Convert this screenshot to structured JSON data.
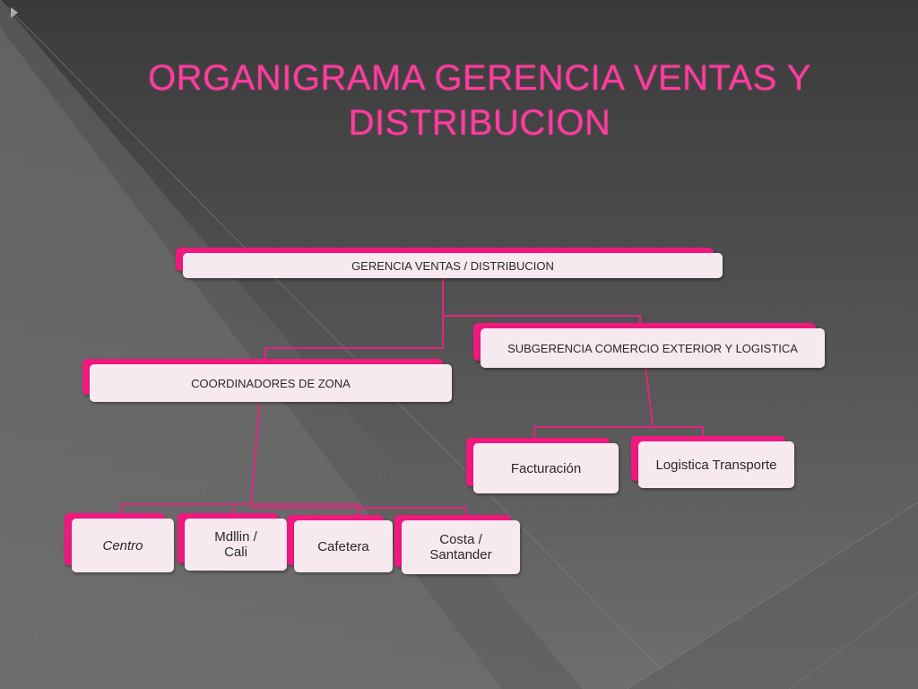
{
  "title": "ORGANIGRAMA GERENCIA VENTAS Y DISTRIBUCION",
  "nodes": {
    "root": "GERENCIA VENTAS / DISTRIBUCION",
    "subgerencia": "SUBGERENCIA COMERCIO EXTERIOR Y LOGISTICA",
    "coordinadores": "COORDINADORES DE ZONA",
    "facturacion": "Facturación",
    "logistica": "Logistica Transporte",
    "centro": "Centro",
    "mdllin": "Mdllin / Cali",
    "cafetera": "Cafetera",
    "costa": "Costa / Santander"
  },
  "colors": {
    "accent": "#f0197f",
    "title": "#ff3ea0",
    "node_fill": "#f7e9f0",
    "connector": "#e0257f"
  }
}
